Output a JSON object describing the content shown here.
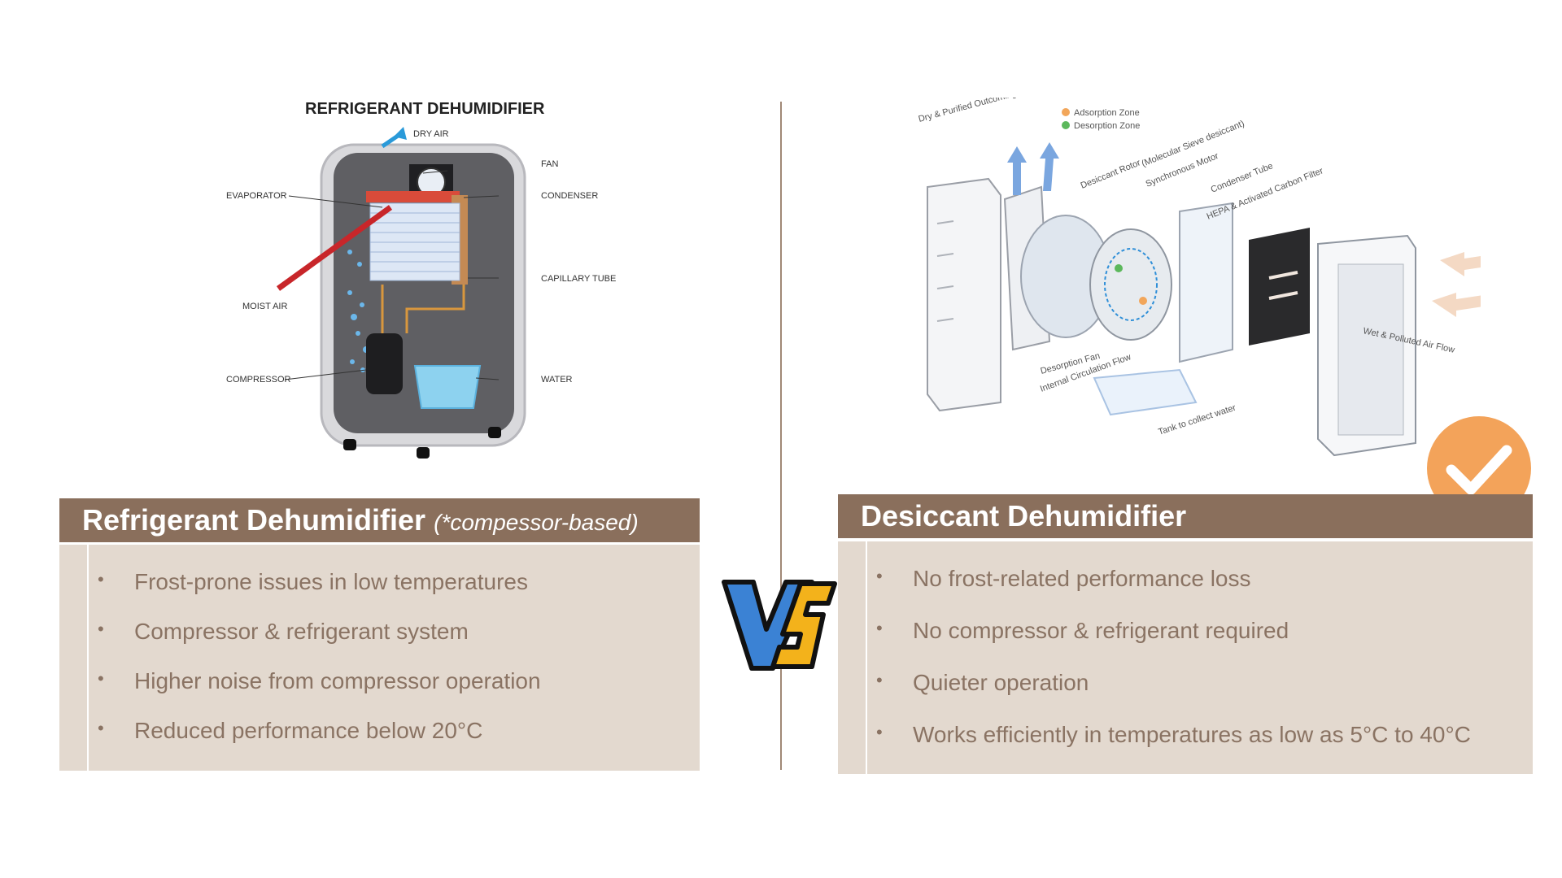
{
  "left_diagram": {
    "title": "REFRIGERANT DEHUMIDIFIER",
    "labels": {
      "dry_air": "DRY AIR",
      "fan": "FAN",
      "evaporator": "EVAPORATOR",
      "condenser": "CONDENSER",
      "capillary_tube": "CAPILLARY TUBE",
      "moist_air": "MOIST AIR",
      "compressor": "COMPRESSOR",
      "water": "WATER"
    }
  },
  "right_diagram": {
    "labels": {
      "dry_outcoming": "Dry & Purified Outcoming Air",
      "adsorption_zone": "Adsorption Zone",
      "desorption_zone": "Desorption Zone",
      "desiccant_rotor": "Desiccant Rotor",
      "molecular_sieve": "(Molecular Sieve desiccant)",
      "synchronous_motor": "Synchronous Motor",
      "condenser_tube": "Condenser Tube",
      "hepa": "HEPA & Activated Carbon Filter",
      "wet_air": "Wet & Polluted Air Flow",
      "desorption_fan": "Desorption Fan",
      "internal_circulation": "Internal Circulation Flow",
      "tank": "Tank to collect water"
    }
  },
  "left_panel": {
    "title": "Refrigerant Dehumidifier",
    "note": "(*compessor-based)",
    "items": [
      "Frost-prone issues in low temperatures",
      "Compressor & refrigerant system",
      "Higher noise from compressor operation",
      "Reduced performance below 20°C"
    ]
  },
  "right_panel": {
    "title": "Desiccant Dehumidifier",
    "items": [
      "No frost-related performance loss",
      "No compressor & refrigerant required",
      "Quieter operation",
      "Works efficiently in temperatures as low as 5°C to 40°C"
    ]
  },
  "vs_badge": {
    "text": "VS"
  },
  "colors": {
    "header_brown": "#8a6f5c",
    "body_beige": "#e3d9cf",
    "bullet_text": "#8a7363",
    "check_orange": "#f3a35a",
    "vs_blue": "#3b82d4",
    "vs_yellow": "#f3b21b"
  }
}
